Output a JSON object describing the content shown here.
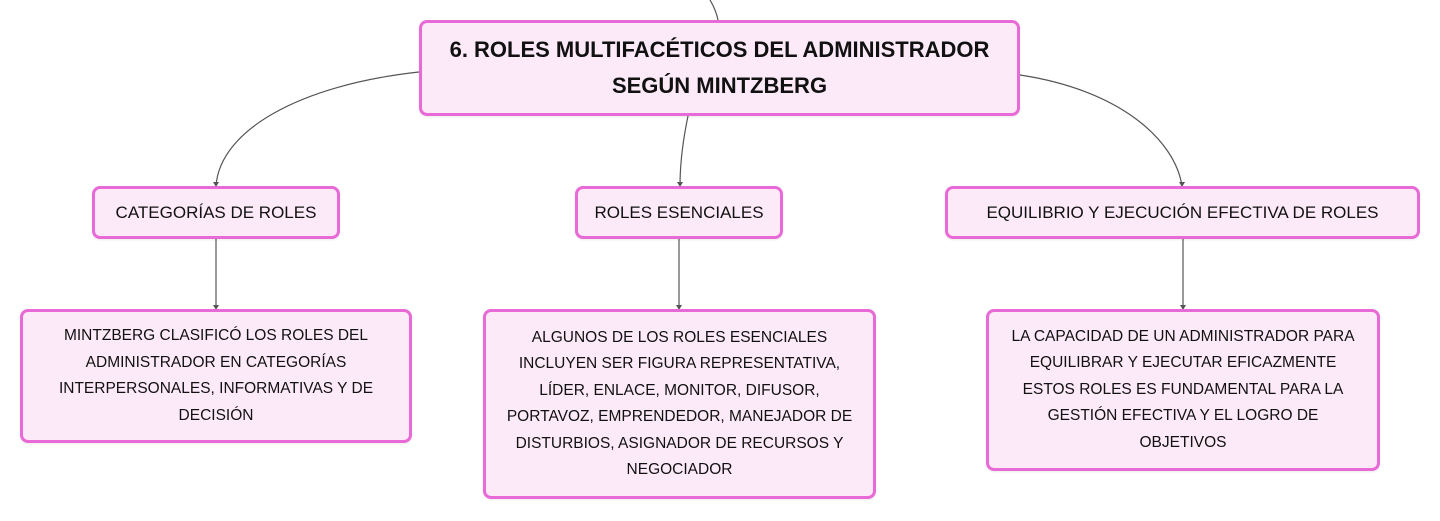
{
  "root": {
    "lines": [
      "6. ROLES MULTIFACÉTICOS DEL ADMINISTRADOR",
      "SEGÚN MINTZBERG"
    ]
  },
  "categories": [
    {
      "label": "CATEGORÍAS DE ROLES"
    },
    {
      "label": "ROLES ESENCIALES"
    },
    {
      "label": "EQUILIBRIO Y EJECUCIÓN EFECTIVA DE ROLES"
    }
  ],
  "details": [
    {
      "lines": [
        "MINTZBERG CLASIFICÓ LOS ROLES DEL",
        "ADMINISTRADOR EN CATEGORÍAS",
        "INTERPERSONALES, INFORMATIVAS Y DE",
        "DECISIÓN"
      ]
    },
    {
      "lines": [
        "ALGUNOS DE LOS ROLES ESENCIALES",
        "INCLUYEN SER FIGURA REPRESENTATIVA,",
        "LÍDER, ENLACE, MONITOR, DIFUSOR,",
        "PORTAVOZ, EMPRENDEDOR, MANEJADOR DE",
        "DISTURBIOS, ASIGNADOR DE RECURSOS Y",
        "NEGOCIADOR"
      ]
    },
    {
      "lines": [
        "LA CAPACIDAD DE UN ADMINISTRADOR PARA",
        "EQUILIBRAR Y EJECUTAR EFICAZMENTE",
        "ESTOS ROLES ES FUNDAMENTAL PARA LA",
        "GESTIÓN EFECTIVA Y EL LOGRO DE",
        "OBJETIVOS"
      ]
    }
  ],
  "colors": {
    "node_fill": "#fdeaf8",
    "node_border": "#e86ad6",
    "connector": "#555555"
  }
}
